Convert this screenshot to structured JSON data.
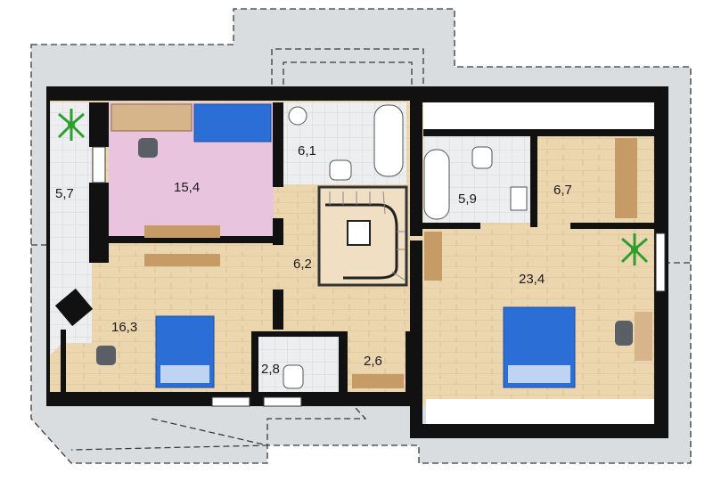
{
  "rooms": [
    {
      "id": "balcony-left",
      "area": "5,7"
    },
    {
      "id": "study",
      "area": "15,4"
    },
    {
      "id": "bathroom-top",
      "area": "6,1"
    },
    {
      "id": "bathroom-right",
      "area": "5,9"
    },
    {
      "id": "dressing-room",
      "area": "6,7"
    },
    {
      "id": "hall",
      "area": "6,2"
    },
    {
      "id": "bedroom-main",
      "area": "23,4"
    },
    {
      "id": "bedroom-left",
      "area": "16,3"
    },
    {
      "id": "wc",
      "area": "2,8"
    },
    {
      "id": "storage",
      "area": "2,6"
    }
  ],
  "colors": {
    "wall": "#111111",
    "wood_floor": "#ecd6b0",
    "tile_floor": "#eceef0",
    "study_floor": "#e9c4df",
    "outside_gray": "#d9dde0",
    "bed_blue": "#2b6fd6",
    "plant_green": "#2e9e2e"
  }
}
